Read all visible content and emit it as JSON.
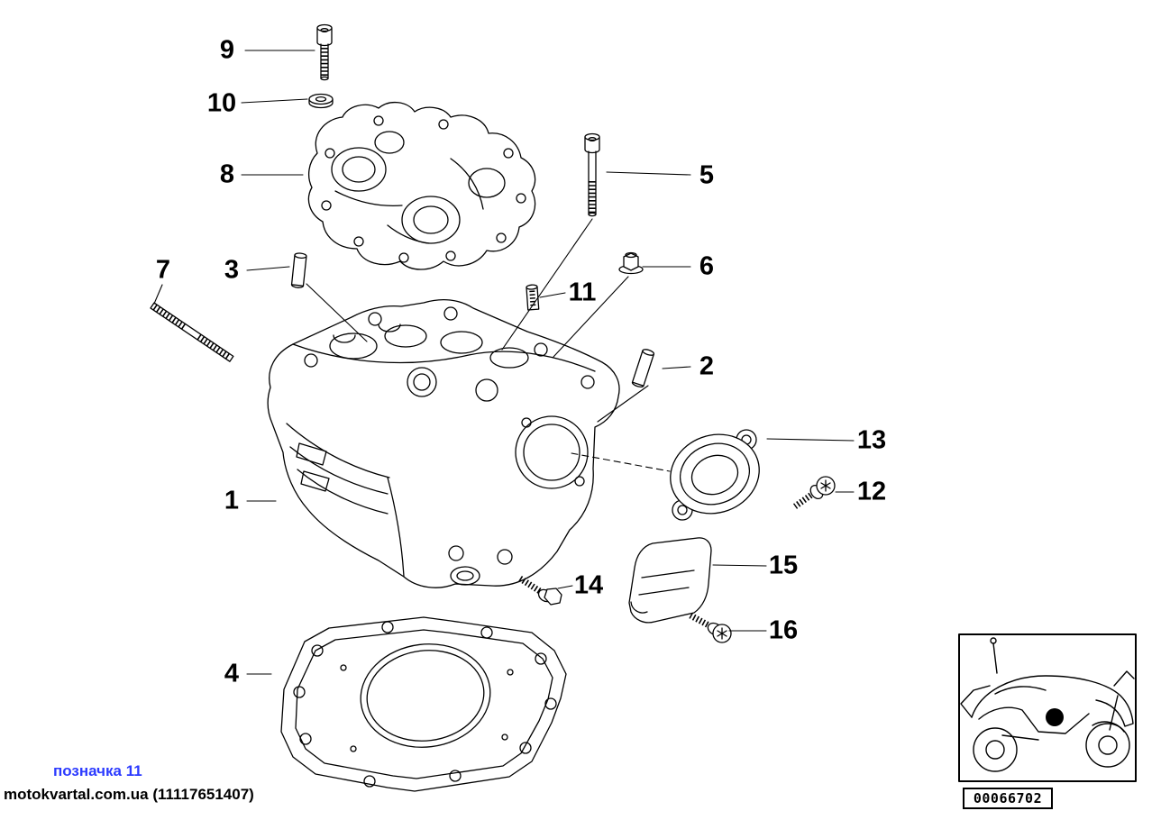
{
  "diagram": {
    "callouts": {
      "c1": "1",
      "c2": "2",
      "c3": "3",
      "c4": "4",
      "c5": "5",
      "c6": "6",
      "c7": "7",
      "c8": "8",
      "c9": "9",
      "c10": "10",
      "c11": "11",
      "c12": "12",
      "c13": "13",
      "c14": "14",
      "c15": "15",
      "c16": "16"
    },
    "code": "00066702"
  },
  "footer": {
    "note": "позначка 11",
    "caption": "motokvartal.com.ua (11117651407)"
  },
  "colors": {
    "line": "#000000",
    "background": "#ffffff",
    "note_blue": "#2c3bff"
  },
  "icons": {
    "thumbnail": "motorcycle-icon"
  }
}
